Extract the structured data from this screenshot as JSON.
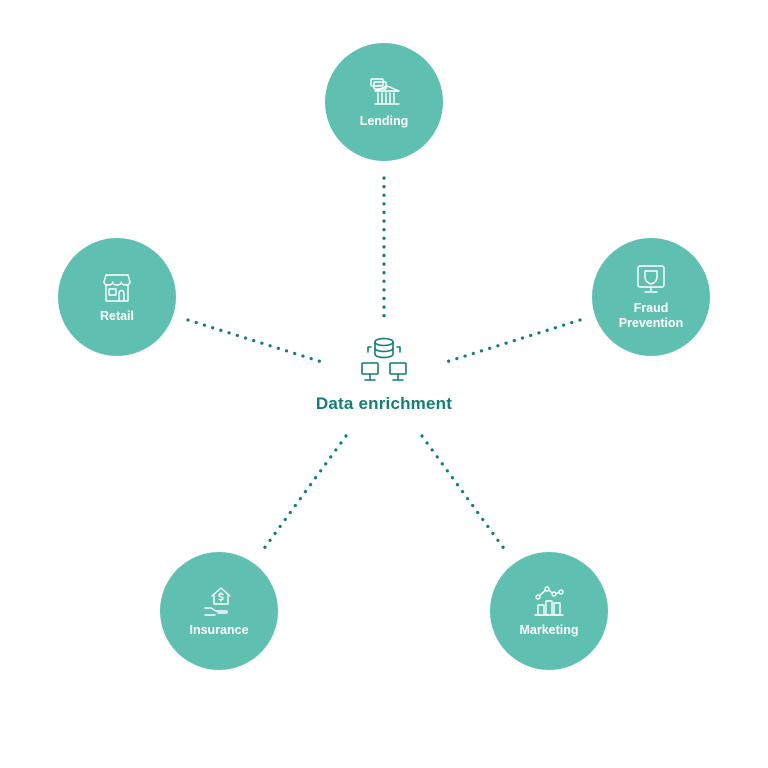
{
  "colors": {
    "node_fill": "#5fbfb1",
    "center_accent": "#137e76",
    "connector": "#137e76",
    "icon_stroke": "#ffffff"
  },
  "center": {
    "label": "Data enrichment",
    "icon": "database-network-icon"
  },
  "nodes": [
    {
      "id": "lending",
      "label": "Lending",
      "icon": "bank-building-icon"
    },
    {
      "id": "fraud",
      "label": "Fraud\nPrevention",
      "icon": "shield-monitor-icon"
    },
    {
      "id": "marketing",
      "label": "Marketing",
      "icon": "bar-chart-icon"
    },
    {
      "id": "insurance",
      "label": "Insurance",
      "icon": "hand-house-dollar-icon"
    },
    {
      "id": "retail",
      "label": "Retail",
      "icon": "storefront-icon"
    }
  ]
}
